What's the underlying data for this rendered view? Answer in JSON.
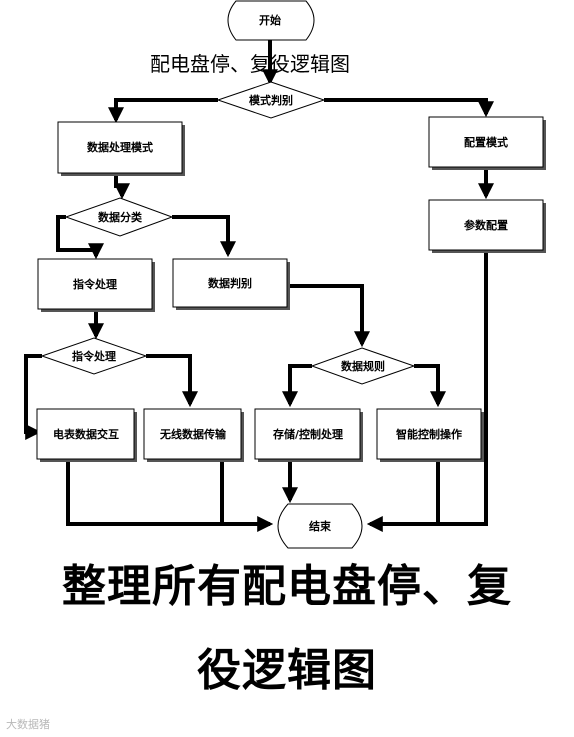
{
  "diagram": {
    "subtitle": "配电盘停、复役逻辑图",
    "caption_line1": "整理所有配电盘停、复",
    "caption_line2": "役逻辑图",
    "watermark": "大数据猪",
    "nodes": {
      "start": "开始",
      "mode_judge": "模式判别",
      "data_mode": "数据处理模式",
      "config_mode": "配置模式",
      "data_classify": "数据分类",
      "param_config": "参数配置",
      "cmd_process": "指令处理",
      "data_judge": "数据判别",
      "cmd_decision": "指令处理",
      "data_rule": "数据规则",
      "meter_exchange": "电表数据交互",
      "wireless": "无线数据传输",
      "store_control": "存储/控制处理",
      "smart_control": "智能控制操作",
      "end": "结束"
    }
  }
}
